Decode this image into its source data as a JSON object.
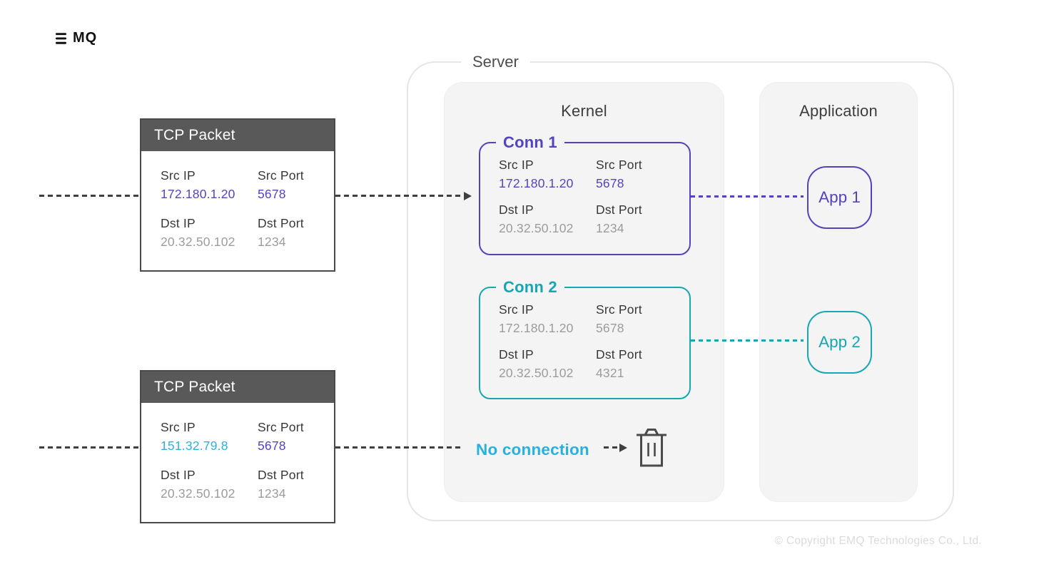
{
  "logo": {
    "brand": "EMQ",
    "text": "MQ",
    "icon": "emq-bars-icon"
  },
  "packets": [
    {
      "title": "TCP Packet",
      "fields": [
        {
          "label": "Src IP",
          "value": "172.180.1.20"
        },
        {
          "label": "Src Port",
          "value": "5678"
        },
        {
          "label": "Dst IP",
          "value": "20.32.50.102"
        },
        {
          "label": "Dst Port",
          "value": "1234"
        }
      ]
    },
    {
      "title": "TCP Packet",
      "fields": [
        {
          "label": "Src IP",
          "value": "151.32.79.8"
        },
        {
          "label": "Src Port",
          "value": "5678"
        },
        {
          "label": "Dst IP",
          "value": "20.32.50.102"
        },
        {
          "label": "Dst Port",
          "value": "1234"
        }
      ]
    }
  ],
  "server": {
    "label": "Server",
    "kernel": {
      "title": "Kernel",
      "connections": [
        {
          "label": "Conn 1",
          "accent": "#5443bf",
          "fields": [
            {
              "label": "Src IP",
              "value": "172.180.1.20"
            },
            {
              "label": "Src Port",
              "value": "5678"
            },
            {
              "label": "Dst IP",
              "value": "20.32.50.102"
            },
            {
              "label": "Dst Port",
              "value": "1234"
            }
          ]
        },
        {
          "label": "Conn 2",
          "accent": "#17a6b4",
          "fields": [
            {
              "label": "Src IP",
              "value": "172.180.1.20"
            },
            {
              "label": "Src Port",
              "value": "5678"
            },
            {
              "label": "Dst IP",
              "value": "20.32.50.102"
            },
            {
              "label": "Dst Port",
              "value": "4321"
            }
          ]
        }
      ],
      "no_connection_label": "No connection",
      "trash_icon": "trash-icon"
    },
    "application": {
      "title": "Application",
      "apps": [
        {
          "label": "App 1",
          "accent": "#5443bf"
        },
        {
          "label": "App 2",
          "accent": "#17a6b4"
        }
      ]
    }
  },
  "footer": {
    "copyright": "© Copyright EMQ Technologies Co., Ltd."
  },
  "colors": {
    "purple": "#5443bf",
    "teal": "#17a6b4",
    "cyan": "#29b1de",
    "line_gray": "#3f3f3f",
    "value_gray": "#9c9c9c",
    "packet_header_gray": "#595959",
    "panel_bg": "#f4f4f5",
    "server_border": "#e5e5e7",
    "copyright_gray": "#dbdbdb"
  }
}
